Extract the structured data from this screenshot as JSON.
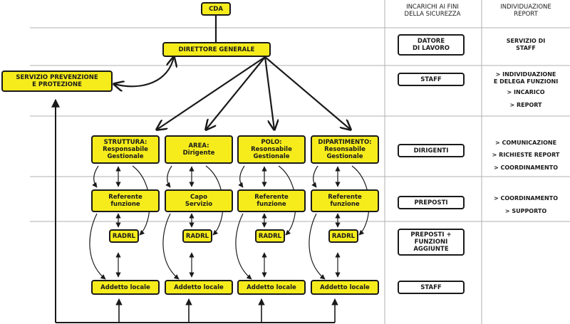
{
  "header": {
    "col_incarichi": "INCARICHI AI FINI\nDELLA SICUREZZA",
    "col_report": "INDIVIDUAZIONE\nREPORT"
  },
  "org": {
    "cda": "CDA",
    "direttore": "DIRETTORE GENERALE",
    "servizio": "SERVIZIO PREVENZIONE\nE PROTEZIONE"
  },
  "columns": [
    {
      "head": "STRUTTURA:\nResponsabile\nGestionale",
      "mid": "Referente\nfunzione",
      "radrl": "RADRL",
      "addetto": "Addetto locale"
    },
    {
      "head": "AREA:\nDirigente",
      "mid": "Capo\nServizio",
      "radrl": "RADRL",
      "addetto": "Addetto locale"
    },
    {
      "head": "POLO:\nResonsabile\nGestionale",
      "mid": "Referente\nfunzione",
      "radrl": "RADRL",
      "addetto": "Addetto locale"
    },
    {
      "head": "DIPARTIMENTO:\nResonsabile\nGestionale",
      "mid": "Referente\nfunzione",
      "radrl": "RADRL",
      "addetto": "Addetto locale"
    }
  ],
  "incarichi": [
    "DATORE\nDI LAVORO",
    "STAFF",
    "DIRIGENTI",
    "PREPOSTI",
    "PREPOSTI +\nFUNZIONI\nAGGIUNTE",
    "STAFF"
  ],
  "report": {
    "datore": "SERVIZIO DI\nSTAFF",
    "staff": [
      "> INDIVIDUAZIONE\nE DELEGA FUNZIONI",
      "> INCARICO",
      "> REPORT"
    ],
    "dirigenti": [
      "> COMUNICAZIONE",
      "> RICHIESTE REPORT",
      "> COORDINAMENTO"
    ],
    "preposti": [
      "> COORDINAMENTO",
      "> SUPPORTO"
    ]
  }
}
